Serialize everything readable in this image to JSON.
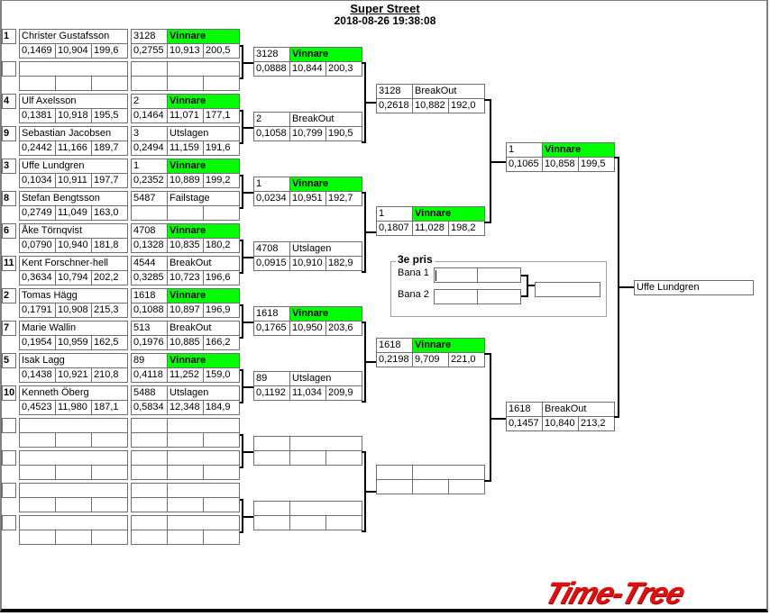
{
  "header": {
    "title": "Super Street",
    "datetime": "2018-08-26 19:38:08"
  },
  "round1": [
    {
      "seed": "1",
      "name": "Christer Gustafsson",
      "rt": "0,1469",
      "et": "10,904",
      "speed": "199,6",
      "id": "3128",
      "status": "Vinnare",
      "win": true,
      "rt2": "0,2755",
      "et2": "10,913",
      "speed2": "200,5"
    },
    {
      "seed": "",
      "name": "",
      "rt": "",
      "et": "",
      "speed": "",
      "id": "",
      "status": "",
      "win": false,
      "rt2": "",
      "et2": "",
      "speed2": ""
    },
    {
      "seed": "4",
      "name": "Ulf Axelsson",
      "rt": "0,1381",
      "et": "10,918",
      "speed": "195,5",
      "id": "2",
      "status": "Vinnare",
      "win": true,
      "rt2": "0,1464",
      "et2": "11,071",
      "speed2": "177,1"
    },
    {
      "seed": "9",
      "name": "Sebastian Jacobsen",
      "rt": "0,2442",
      "et": "11,166",
      "speed": "189,7",
      "id": "3",
      "status": "Utslagen",
      "win": false,
      "rt2": "0,2494",
      "et2": "11,159",
      "speed2": "191,6"
    },
    {
      "seed": "3",
      "name": "Uffe Lundgren",
      "rt": "0,1034",
      "et": "10,911",
      "speed": "197,7",
      "id": "1",
      "status": "Vinnare",
      "win": true,
      "rt2": "0,2352",
      "et2": "10,889",
      "speed2": "199,2"
    },
    {
      "seed": "8",
      "name": "Stefan Bengtsson",
      "rt": "0,2749",
      "et": "11,049",
      "speed": "163,0",
      "id": "5487",
      "status": "Failstage",
      "win": false,
      "rt2": "",
      "et2": "",
      "speed2": ""
    },
    {
      "seed": "6",
      "name": "Åke Törnqvist",
      "rt": "0,0790",
      "et": "10,940",
      "speed": "181,8",
      "id": "4708",
      "status": "Vinnare",
      "win": true,
      "rt2": "0,1328",
      "et2": "10,835",
      "speed2": "180,2"
    },
    {
      "seed": "11",
      "name": "Kent Forschner-hell",
      "rt": "0,3634",
      "et": "10,794",
      "speed": "202,2",
      "id": "4544",
      "status": "BreakOut",
      "win": false,
      "rt2": "0,3285",
      "et2": "10,723",
      "speed2": "196,6"
    },
    {
      "seed": "2",
      "name": "Tomas Hägg",
      "rt": "0,1791",
      "et": "10,908",
      "speed": "215,3",
      "id": "1618",
      "status": "Vinnare",
      "win": true,
      "rt2": "0,1088",
      "et2": "10,897",
      "speed2": "196,9"
    },
    {
      "seed": "7",
      "name": "Marie Wallin",
      "rt": "0,1954",
      "et": "10,959",
      "speed": "162,5",
      "id": "513",
      "status": "BreakOut",
      "win": false,
      "rt2": "0,1976",
      "et2": "10,885",
      "speed2": "166,2"
    },
    {
      "seed": "5",
      "name": "Isak Lagg",
      "rt": "0,1438",
      "et": "10,921",
      "speed": "210,8",
      "id": "89",
      "status": "Vinnare",
      "win": true,
      "rt2": "0,4118",
      "et2": "11,252",
      "speed2": "159,0"
    },
    {
      "seed": "10",
      "name": "Kenneth Öberg",
      "rt": "0,4523",
      "et": "11,980",
      "speed": "187,1",
      "id": "5488",
      "status": "Utslagen",
      "win": false,
      "rt2": "0,5834",
      "et2": "12,348",
      "speed2": "184,9"
    },
    {
      "seed": "",
      "name": "",
      "rt": "",
      "et": "",
      "speed": "",
      "id": "",
      "status": "",
      "win": false,
      "rt2": "",
      "et2": "",
      "speed2": ""
    },
    {
      "seed": "",
      "name": "",
      "rt": "",
      "et": "",
      "speed": "",
      "id": "",
      "status": "",
      "win": false,
      "rt2": "",
      "et2": "",
      "speed2": ""
    },
    {
      "seed": "",
      "name": "",
      "rt": "",
      "et": "",
      "speed": "",
      "id": "",
      "status": "",
      "win": false,
      "rt2": "",
      "et2": "",
      "speed2": ""
    },
    {
      "seed": "",
      "name": "",
      "rt": "",
      "et": "",
      "speed": "",
      "id": "",
      "status": "",
      "win": false,
      "rt2": "",
      "et2": "",
      "speed2": ""
    }
  ],
  "round2": [
    {
      "id": "3128",
      "status": "Vinnare",
      "win": true,
      "rt": "0,0888",
      "et": "10,844",
      "speed": "200,3"
    },
    {
      "id": "2",
      "status": "BreakOut",
      "win": false,
      "rt": "0,1058",
      "et": "10,799",
      "speed": "190,5"
    },
    {
      "id": "1",
      "status": "Vinnare",
      "win": true,
      "rt": "0,0234",
      "et": "10,951",
      "speed": "192,7"
    },
    {
      "id": "4708",
      "status": "Utslagen",
      "win": false,
      "rt": "0,0915",
      "et": "10,910",
      "speed": "182,9"
    },
    {
      "id": "1618",
      "status": "Vinnare",
      "win": true,
      "rt": "0,1765",
      "et": "10,950",
      "speed": "203,6"
    },
    {
      "id": "89",
      "status": "Utslagen",
      "win": false,
      "rt": "0,1192",
      "et": "11,034",
      "speed": "209,9"
    },
    {
      "id": "",
      "status": "",
      "win": false,
      "rt": "",
      "et": "",
      "speed": ""
    },
    {
      "id": "",
      "status": "",
      "win": false,
      "rt": "",
      "et": "",
      "speed": ""
    }
  ],
  "round3": [
    {
      "id": "3128",
      "status": "BreakOut",
      "win": false,
      "rt": "0,2618",
      "et": "10,882",
      "speed": "192,0"
    },
    {
      "id": "1",
      "status": "Vinnare",
      "win": true,
      "rt": "0,1807",
      "et": "11,028",
      "speed": "198,2"
    },
    {
      "id": "1618",
      "status": "Vinnare",
      "win": true,
      "rt": "0,2198",
      "et": "9,709",
      "speed": "221,0"
    },
    {
      "id": "",
      "status": "",
      "win": false,
      "rt": "",
      "et": "",
      "speed": ""
    }
  ],
  "round4": [
    {
      "id": "1",
      "status": "Vinnare",
      "win": true,
      "rt": "0,1065",
      "et": "10,858",
      "speed": "199,5"
    },
    {
      "id": "1618",
      "status": "BreakOut",
      "win": false,
      "rt": "0,1457",
      "et": "10,840",
      "speed": "213,2"
    }
  ],
  "final": {
    "winner": "Uffe Lundgren"
  },
  "third_place": {
    "title": "3e pris",
    "lane1_label": "Bana 1",
    "lane2_label": "Bana 2",
    "lane1_a": "",
    "lane1_b": "",
    "lane2_a": "",
    "lane2_b": "",
    "result": ""
  },
  "logo": {
    "text": "Time-Tree",
    "color": "#e01010"
  },
  "colors": {
    "winner_bg": "#00ff00"
  }
}
